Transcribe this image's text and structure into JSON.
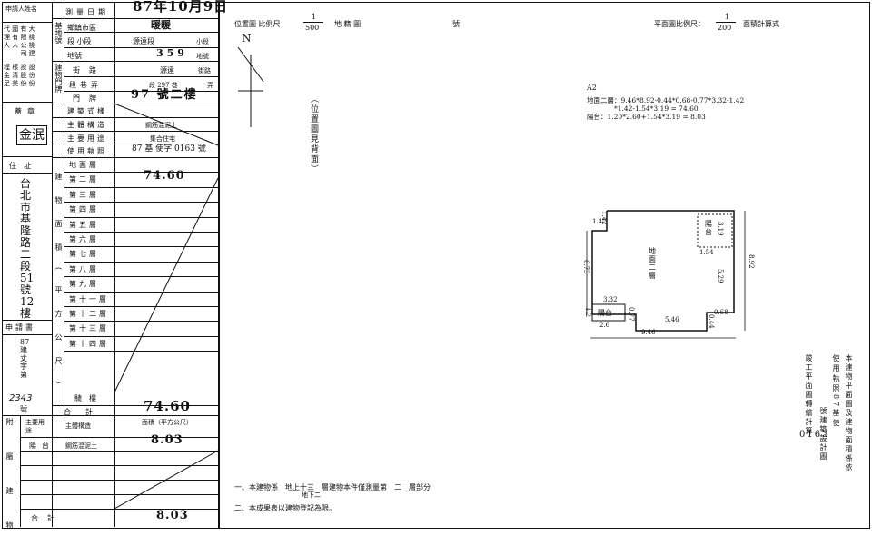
{
  "left": {
    "applicant_label": "申請人姓名",
    "agent_label": "代理人",
    "agent_lines": [
      "代 國 有 大",
      "理 有 限 桃",
      "人 人 公 桃",
      "　 　 司 建"
    ],
    "mgr_label": "管理者",
    "mgr_lines": [
      "程 樣 投 設",
      "金 清 股 份",
      "足 美 份 份"
    ],
    "seal_label": "蓋章",
    "seal_text": "金泯",
    "survey_date_label": "測量日期",
    "survey_date_value": "87年10月9日",
    "base_label": "基地號",
    "base_rows": [
      {
        "label": "鄉鎮市區",
        "value": "暖暖",
        "suffix": ""
      },
      {
        "label": "段 小段",
        "value": "源遠段",
        "suffix": "小段"
      },
      {
        "label": "地號",
        "value": "359",
        "suffix": "地號"
      }
    ],
    "bldg_label": "建物門牌",
    "bldg_rows": [
      {
        "label": "街路",
        "value": "源遠",
        "suffix": "街路"
      },
      {
        "label": "段巷弄",
        "value": "段 297 巷",
        "suffix": "弄"
      },
      {
        "label": "門牌",
        "value": "97 號二樓",
        "suffix": ""
      }
    ],
    "arch_label": "建築式樣",
    "main_struct_label": "主體構造",
    "main_struct_value": "鋼筋混泥土",
    "main_use_label": "主要用途",
    "main_use_value": "集合住宅",
    "permit_label": "使用執照",
    "permit_value": "87 基 使字 0163 號",
    "address_label": "住址",
    "address_lines": [
      "台",
      "北",
      "市",
      "基",
      "隆",
      "路",
      "二",
      "段",
      "51",
      "號",
      "12",
      "樓"
    ],
    "app_doc_label": "申請書",
    "app_doc_lines": [
      "87",
      "建",
      "丈",
      "字",
      "第"
    ],
    "app_doc_number": "2343",
    "app_doc_suffix": "號",
    "floors_group_label": "建物面積(平方公尺)",
    "floors": [
      {
        "label": "地面層",
        "value": ""
      },
      {
        "label": "第二層",
        "value": "74.60"
      },
      {
        "label": "第三層",
        "value": ""
      },
      {
        "label": "第四層",
        "value": ""
      },
      {
        "label": "第五層",
        "value": ""
      },
      {
        "label": "第六層",
        "value": ""
      },
      {
        "label": "第七層",
        "value": ""
      },
      {
        "label": "第八層",
        "value": ""
      },
      {
        "label": "第九層",
        "value": ""
      },
      {
        "label": "第十一層",
        "value": ""
      },
      {
        "label": "第十二層",
        "value": ""
      },
      {
        "label": "第十三層",
        "value": ""
      },
      {
        "label": "第十四層",
        "value": ""
      }
    ],
    "stair_label": "騎樓",
    "total_label": "合計",
    "total_value": "74.60",
    "attached_label": "附屬建物",
    "attached_col_use": "主要用途",
    "attached_col_struct": "主體構造",
    "attached_col_area": "面積（平方公尺）",
    "attached_rows": [
      {
        "use": "陽台",
        "struct": "鋼筋混泥土",
        "area": "8.03"
      }
    ],
    "attached_total_label": "合計",
    "attached_total_value": "8.03"
  },
  "middle": {
    "location_label": "位置圖 比例尺：",
    "location_scale_num": "1",
    "location_scale_den": "500",
    "land_map_label": "地 籍 圖",
    "number_label": "號",
    "north": "N",
    "side_note": "（位置圖見背面）"
  },
  "right": {
    "plan_label": "平面圖比例尺：",
    "plan_scale_num": "1",
    "plan_scale_den": "200",
    "calc_label": "面積計算式",
    "calc_id": "A2",
    "calc_lines": [
      "地面二層：9.46*8.92-0.44*0.68-0.77*3.32-1.42",
      "　　　　*1.42-1.54*3.19 = 74.60",
      "陽台：1.20*2.60+1.54*3.19 = 8.03"
    ],
    "room_label": "地面二層",
    "balcony_label": "陽台",
    "dims": {
      "d142a": "1.42",
      "d142b": "1.42",
      "d319": "3.19",
      "d154": "1.54",
      "d673": "6.73",
      "d529": "5.29",
      "d892": "8.92",
      "d332": "3.32",
      "d12": "1.2",
      "d077": "0.77",
      "d26": "2.6",
      "d546": "5.46",
      "d068": "0.68",
      "d044": "0.44",
      "d946": "9.46"
    },
    "notes": [
      "一、本建物係　地上十三　層建物本件僅測量第　二　層部分",
      "二、本成果表以建物登記為限。"
    ],
    "notes_sub": "地下二",
    "vertical_notes": [
      "本建物平面圖及建物面積係依",
      "使用執照 87 基使 0163 號",
      "竣工平面圖轉繪計算",
      "竣工平面圖轉繪計算"
    ],
    "vertical_col1": "本建物平面圖及建物面積係依",
    "vertical_col2": "使用執照87基使",
    "vertical_col3": "竣工平面圖轉繪計算",
    "vertical_col4": "號建築設計圖",
    "vertical_number": "0163"
  }
}
